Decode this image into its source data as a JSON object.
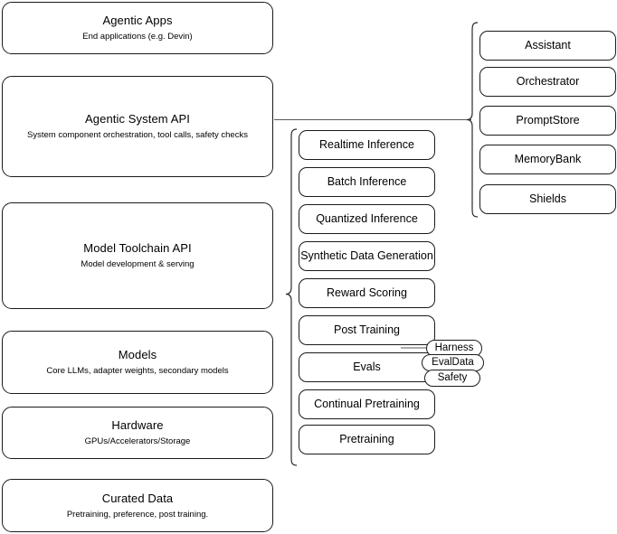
{
  "diagram": {
    "title": "AI Stack Layers Architecture Diagram",
    "stroke_color": "#1a1a1a",
    "connector_color": "#555a5f",
    "background_color": "#ffffff"
  },
  "stack_layers": [
    {
      "id": "agentic-apps",
      "title": "Agentic Apps",
      "subtitle": "End applications (e.g. Devin)"
    },
    {
      "id": "agentic-system-api",
      "title": "Agentic System API",
      "subtitle": "System component orchestration, tool calls, safety checks"
    },
    {
      "id": "model-toolchain-api",
      "title": "Model Toolchain API",
      "subtitle": "Model development & serving"
    },
    {
      "id": "models",
      "title": "Models",
      "subtitle": "Core LLMs, adapter weights, secondary models"
    },
    {
      "id": "hardware",
      "title": "Hardware",
      "subtitle": "GPUs/Accelerators/Storage"
    },
    {
      "id": "curated-data",
      "title": "Curated Data",
      "subtitle": "Pretraining, preference, post training."
    }
  ],
  "toolchain_components": [
    {
      "id": "realtime-inference",
      "label": "Realtime Inference"
    },
    {
      "id": "batch-inference",
      "label": "Batch Inference"
    },
    {
      "id": "quantized-inference",
      "label": "Quantized Inference"
    },
    {
      "id": "synthetic-data-generation",
      "label": "Synthetic Data Generation"
    },
    {
      "id": "reward-scoring",
      "label": "Reward Scoring"
    },
    {
      "id": "post-training",
      "label": "Post Training"
    },
    {
      "id": "evals",
      "label": "Evals"
    },
    {
      "id": "continual-pretraining",
      "label": "Continual Pretraining"
    },
    {
      "id": "pretraining",
      "label": "Pretraining"
    }
  ],
  "agentic_components": [
    {
      "id": "assistant",
      "label": "Assistant"
    },
    {
      "id": "orchestrator",
      "label": "Orchestrator"
    },
    {
      "id": "promptstore",
      "label": "PromptStore"
    },
    {
      "id": "memorybank",
      "label": "MemoryBank"
    },
    {
      "id": "shields",
      "label": "Shields"
    }
  ],
  "evals_subcomponents": [
    {
      "id": "harness",
      "label": "Harness"
    },
    {
      "id": "evaldata",
      "label": "EvalData"
    },
    {
      "id": "safety",
      "label": "Safety"
    }
  ]
}
